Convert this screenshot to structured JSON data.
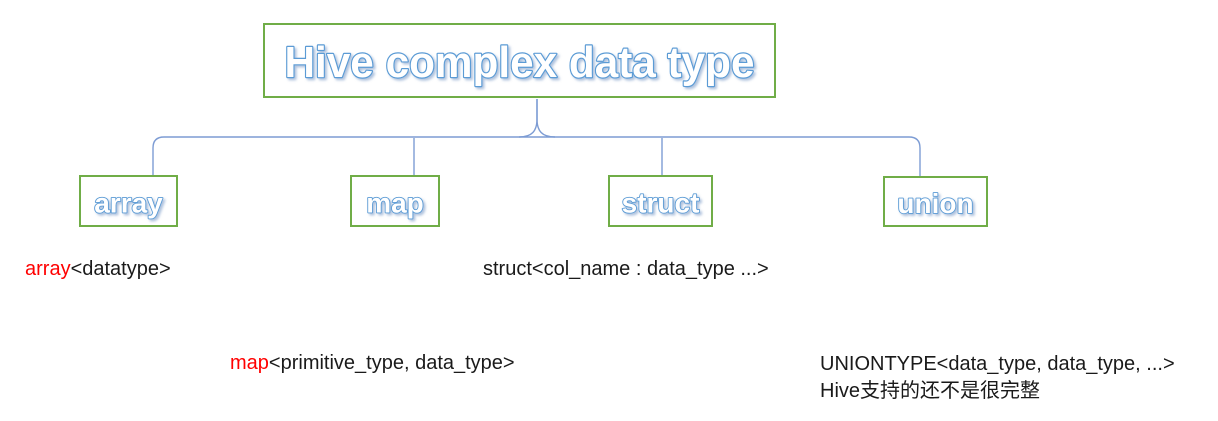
{
  "title": "Hive complex data type",
  "boxes": [
    {
      "id": "array",
      "label": "array"
    },
    {
      "id": "map",
      "label": "map"
    },
    {
      "id": "struct",
      "label": "struct"
    },
    {
      "id": "union",
      "label": "union"
    }
  ],
  "annotations": {
    "array": {
      "keyword": "array",
      "rest": "<datatype>"
    },
    "struct": {
      "text": "struct<col_name : data_type ...>"
    },
    "map": {
      "keyword": "map",
      "rest": "<primitive_type, data_type>"
    },
    "union": {
      "line1": "UNIONTYPE<data_type, data_type, ...>",
      "line2": "Hive支持的还不是很完整"
    }
  },
  "colors": {
    "background": "#FFFFFF",
    "box_border": "#70AD47",
    "connector_line": "#7D9CD4",
    "wordart_outline": "#5B9BD5",
    "keyword_red": "#FF0000",
    "body_text": "#1A1A1A"
  }
}
